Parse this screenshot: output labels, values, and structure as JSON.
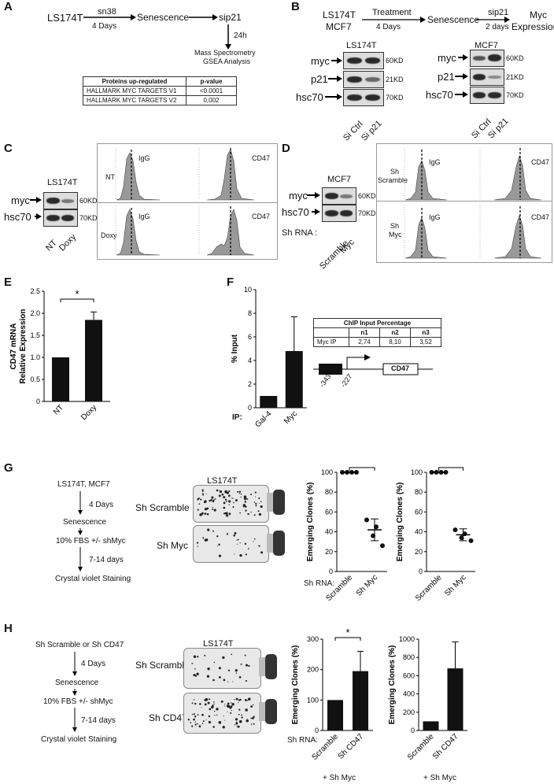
{
  "panels": {
    "A": {
      "label": "A",
      "cell_line": "LS174T",
      "step1": "sn38",
      "step1_sub": "4 Days",
      "step2": "Senescence",
      "step3": "sip21",
      "step4_time": "24h",
      "step5_line1": "Mass Spectrometry",
      "step5_line2": "GSEA Analysis",
      "table": {
        "headers": [
          "Proteins up-regulated",
          "p-value"
        ],
        "rows": [
          [
            "HALLMARK MYC TARGETS V1",
            "<0.0001"
          ],
          [
            "HALLMARK MYC TARGETS V2",
            "0,002"
          ]
        ]
      }
    },
    "B": {
      "label": "B",
      "cell_line_1": "LS174T",
      "cell_line_2": "MCF7",
      "treatment": "Treatment",
      "treatment_sub": "4 Days",
      "senescence": "Senescence",
      "sip21": "sip21",
      "sip21_sub": "2 days",
      "outcome_1": "Myc",
      "outcome_2": "Expression",
      "blot1_title": "LS174T",
      "blot2_title": "MCF7",
      "rows": [
        "myc",
        "p21",
        "hsc70"
      ],
      "sizes": [
        "60KD",
        "21KD",
        "70KD"
      ],
      "lanes": [
        "Si Ctrl",
        "Si p21"
      ]
    },
    "C": {
      "label": "C",
      "blot_title": "LS174T",
      "rows": [
        "myc",
        "hsc70"
      ],
      "sizes": [
        "60KD",
        "70KD"
      ],
      "lanes": [
        "NT",
        "Doxy"
      ],
      "row_labels": [
        "NT",
        "Doxy"
      ],
      "col_labels": [
        "IgG",
        "CD47"
      ]
    },
    "D": {
      "label": "D",
      "blot_title": "MCF7",
      "rows": [
        "myc",
        "hsc70"
      ],
      "sizes": [
        "60KD",
        "70KD"
      ],
      "shrna_label": "Sh RNA :",
      "lanes": [
        "Scramble",
        "Myc"
      ],
      "row_labels": [
        [
          "Sh",
          "Scramble"
        ],
        [
          "Sh",
          "Myc"
        ]
      ],
      "col_labels": [
        "IgG",
        "CD47"
      ]
    },
    "E": {
      "label": "E",
      "significance": "*"
    },
    "F": {
      "label": "F",
      "ip_label": "IP:",
      "table_title": "ChIP Input Percentage",
      "table_headers": [
        "",
        "n1",
        "n2",
        "n3"
      ],
      "table_row": [
        "Myc IP",
        "2,74",
        "8,10",
        "3,52"
      ],
      "promoter_pos1": "-343",
      "promoter_pos2": "-227",
      "gene": "CD47"
    },
    "G": {
      "label": "G",
      "flow": [
        "LS174T, MCF7",
        "4 Days",
        "Senescence",
        "10% FBS +/- shMyc",
        "7-14 days",
        "Crystal violet Staining"
      ],
      "flask_title": "LS174T",
      "flask_labels": [
        "Sh Scramble",
        "Sh Myc"
      ],
      "shrna_label": "Sh RNA:",
      "significance": "*"
    },
    "H": {
      "label": "H",
      "flow": [
        "Sh Scramble or Sh CD47",
        "4 Days",
        "Senescence",
        "10% FBS +/- shMyc",
        "7-14 days",
        "Crystal violet Staining"
      ],
      "flask_title": "LS174T",
      "flask_labels": [
        "Sh Scramble",
        "Sh CD47"
      ],
      "shrna_label": "Sh RNA:",
      "plus_label": "+ Sh Myc",
      "significance": "*"
    }
  },
  "chart_data": [
    {
      "id": "E",
      "type": "bar",
      "ylabel": "CD47 mRNA Relative Expression",
      "categories": [
        "NT",
        "Doxy"
      ],
      "values": [
        1.0,
        1.85
      ],
      "errors": [
        0,
        0.18
      ],
      "ylim": [
        0,
        2.5
      ],
      "yticks": [
        "0",
        "0.5",
        "1.0",
        "1.5",
        "2.0",
        "2.5"
      ]
    },
    {
      "id": "F",
      "type": "bar",
      "ylabel": "% Input",
      "categories": [
        "Gal-4",
        "Myc"
      ],
      "values": [
        1.0,
        4.8
      ],
      "errors": [
        0,
        2.9
      ],
      "ylim": [
        0,
        10
      ],
      "yticks": [
        "0",
        "2",
        "4",
        "6",
        "8",
        "10"
      ]
    },
    {
      "id": "G-LS174T",
      "type": "scatter",
      "title": "LS174T",
      "ylabel": "Emerging Clones (%)",
      "categories": [
        "Scramble",
        "Sh Myc"
      ],
      "points": [
        [
          100,
          100,
          100,
          100
        ],
        [
          52,
          45,
          36,
          26
        ]
      ],
      "mean": [
        100,
        42
      ],
      "sd": [
        0,
        11
      ],
      "ylim": [
        0,
        100
      ],
      "yticks": [
        "0",
        "20",
        "40",
        "60",
        "80",
        "100"
      ]
    },
    {
      "id": "G-MCF7",
      "type": "scatter",
      "title": "MCF7",
      "ylabel": "Emerging Clones (%)",
      "categories": [
        "Scramble",
        "Sh Myc"
      ],
      "points": [
        [
          100,
          100,
          100,
          100
        ],
        [
          42,
          38,
          34,
          31
        ]
      ],
      "mean": [
        100,
        37
      ],
      "sd": [
        0,
        6
      ],
      "ylim": [
        0,
        100
      ],
      "yticks": [
        "0",
        "20",
        "40",
        "60",
        "80",
        "100"
      ]
    },
    {
      "id": "H-LS174T",
      "type": "bar",
      "title": "LS174T",
      "ylabel": "Emerging Clones (%)",
      "categories": [
        "Scramble",
        "Sh CD47"
      ],
      "values": [
        100,
        195
      ],
      "errors": [
        0,
        65
      ],
      "ylim": [
        0,
        300
      ],
      "yticks": [
        "0",
        "100",
        "200",
        "300"
      ]
    },
    {
      "id": "H-MCF7",
      "type": "bar",
      "title": "MCF7",
      "ylabel": "Emerging Clones (%)",
      "categories": [
        "Scramble",
        "Sh CD47"
      ],
      "values": [
        100,
        680
      ],
      "errors": [
        0,
        290
      ],
      "ylim": [
        0,
        1000
      ],
      "yticks": [
        "0",
        "200",
        "400",
        "600",
        "800",
        "1000"
      ]
    }
  ]
}
